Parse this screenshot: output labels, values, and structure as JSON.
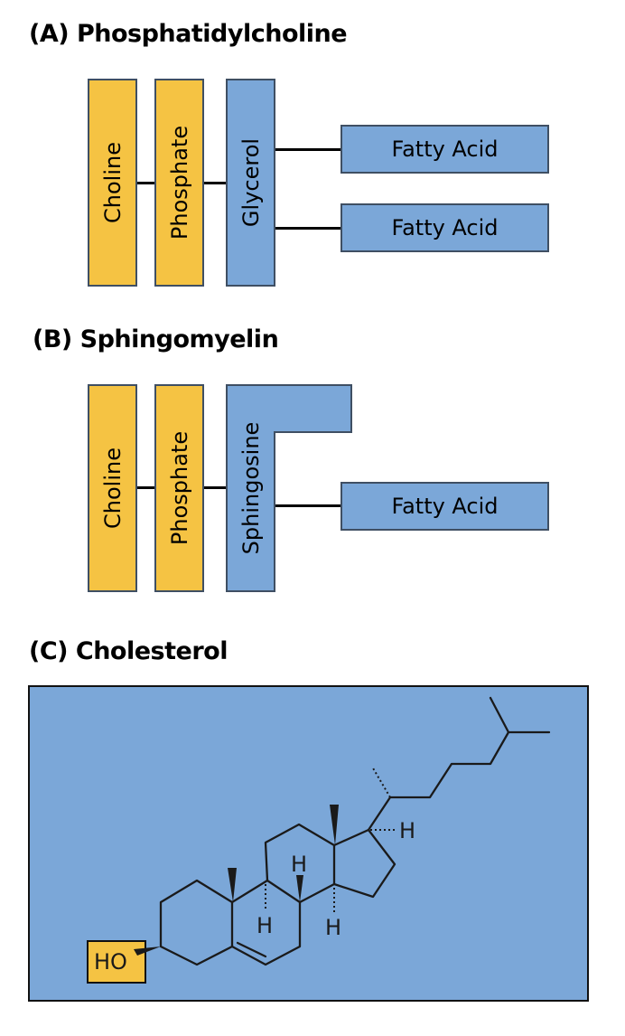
{
  "sections": {
    "a": {
      "title": "(A) Phosphatidylcholine",
      "choline": "Choline",
      "phosphate": "Phosphate",
      "glycerol": "Glycerol",
      "fatty_acid_1": "Fatty Acid",
      "fatty_acid_2": "Fatty Acid"
    },
    "b": {
      "title": "(B) Sphingomyelin",
      "choline": "Choline",
      "phosphate": "Phosphate",
      "sphingosine": "Sphingosine",
      "fatty_acid": "Fatty Acid"
    },
    "c": {
      "title": "(C) Cholesterol",
      "ho_label": "HO",
      "h_labels": [
        "H",
        "H",
        "H",
        "H"
      ]
    }
  },
  "colors": {
    "yellow": "#f5c343",
    "blue": "#7ba7d8",
    "border": "#3f4f63"
  }
}
